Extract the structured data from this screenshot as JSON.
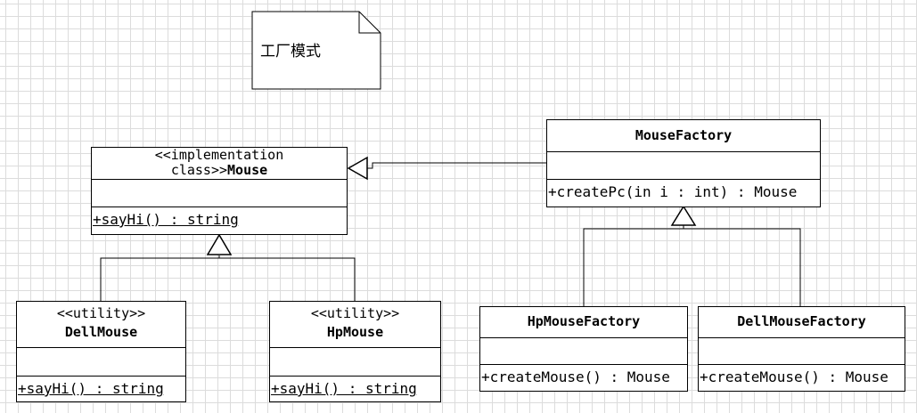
{
  "note": {
    "text": "工厂模式"
  },
  "mouse": {
    "stereotype": "<<implementation",
    "name_prefix": "class>>",
    "name": "Mouse",
    "operation": "+sayHi() : string"
  },
  "dell_mouse": {
    "stereotype": "<<utility>>",
    "name": "DellMouse",
    "operation": "+sayHi() : string"
  },
  "hp_mouse": {
    "stereotype": "<<utility>>",
    "name": "HpMouse",
    "operation": "+sayHi() : string"
  },
  "mouse_factory": {
    "name": "MouseFactory",
    "operation": "+createPc(in i : int) : Mouse"
  },
  "hp_mouse_factory": {
    "name": "HpMouseFactory",
    "operation": "+createMouse() : Mouse"
  },
  "dell_mouse_factory": {
    "name": "DellMouseFactory",
    "operation": "+createMouse() : Mouse"
  }
}
